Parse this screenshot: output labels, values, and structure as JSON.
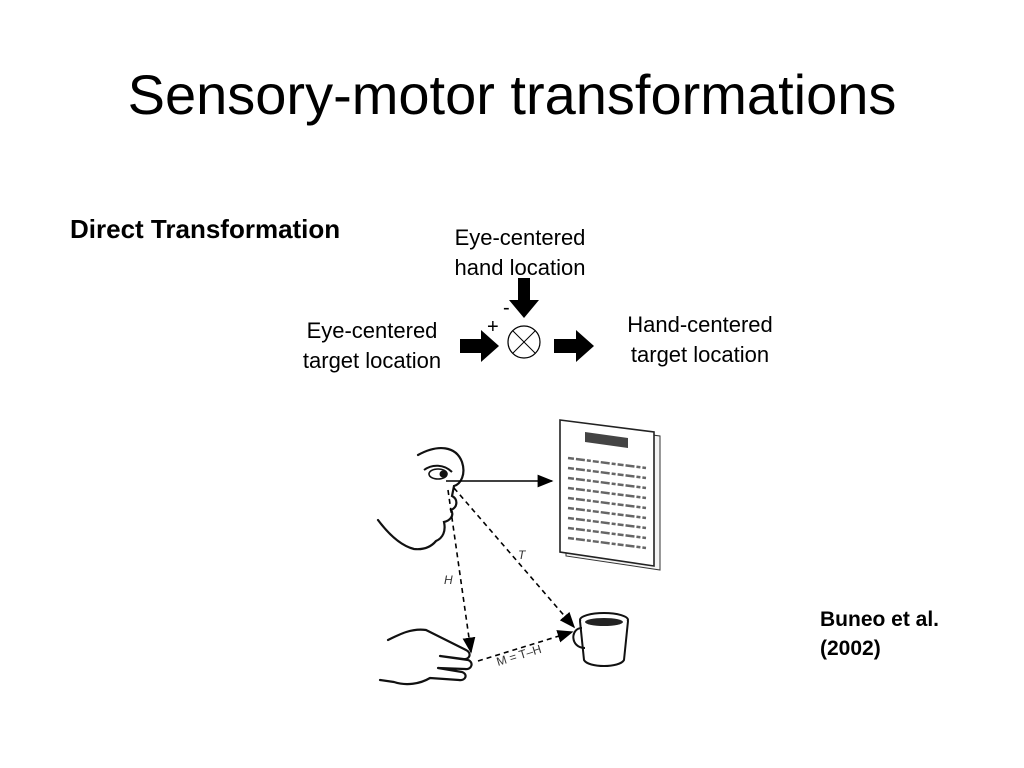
{
  "slide": {
    "title": "Sensory-motor transformations",
    "section_heading": "Direct Transformation",
    "citation_line1": "Buneo et al.",
    "citation_line2": "(2002)"
  },
  "block_diagram": {
    "top_input_line1": "Eye-centered",
    "top_input_line2": "hand location",
    "left_input_line1": "Eye-centered",
    "left_input_line2": "target location",
    "output_line1": "Hand-centered",
    "output_line2": "target location",
    "minus_sign": "-",
    "plus_sign": "+"
  },
  "figure": {
    "vector_T": "T",
    "vector_H": "H",
    "vector_M": "M = T–H"
  }
}
